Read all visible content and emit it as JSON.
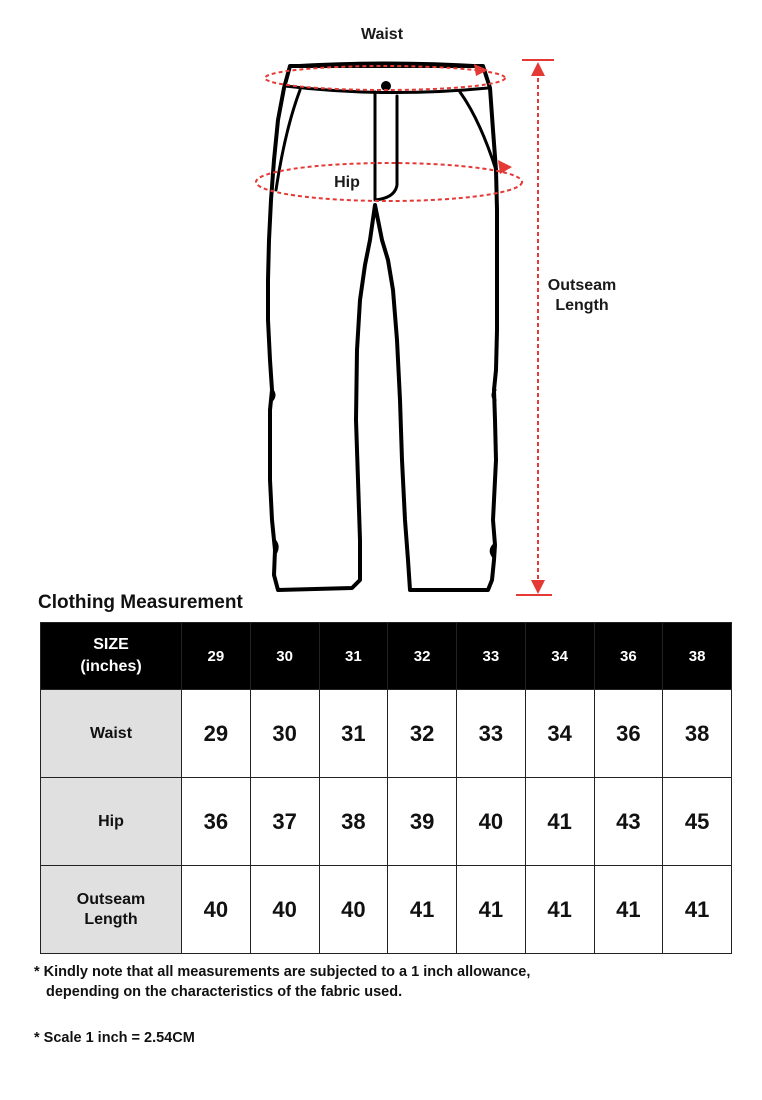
{
  "diagram": {
    "waist_label": "Waist",
    "hip_label": "Hip",
    "outseam_label_line1": "Outseam",
    "outseam_label_line2": "Length",
    "guide_color": "#e53935"
  },
  "section_title": "Clothing Measurement",
  "table": {
    "size_header_line1": "SIZE",
    "size_header_line2": "(inches)",
    "sizes": [
      "29",
      "30",
      "31",
      "32",
      "33",
      "34",
      "36",
      "38"
    ],
    "rows": [
      {
        "label_line1": "Waist",
        "label_line2": "",
        "values": [
          "29",
          "30",
          "31",
          "32",
          "33",
          "34",
          "36",
          "38"
        ]
      },
      {
        "label_line1": "Hip",
        "label_line2": "",
        "values": [
          "36",
          "37",
          "38",
          "39",
          "40",
          "41",
          "43",
          "45"
        ]
      },
      {
        "label_line1": "Outseam",
        "label_line2": "Length",
        "values": [
          "40",
          "40",
          "40",
          "41",
          "41",
          "41",
          "41",
          "41"
        ]
      }
    ]
  },
  "notes": {
    "allowance_line1": "* Kindly note that all measurements are subjected to a 1 inch allowance,",
    "allowance_line2": "depending on the characteristics of the fabric used.",
    "scale": "* Scale 1 inch = 2.54CM"
  }
}
